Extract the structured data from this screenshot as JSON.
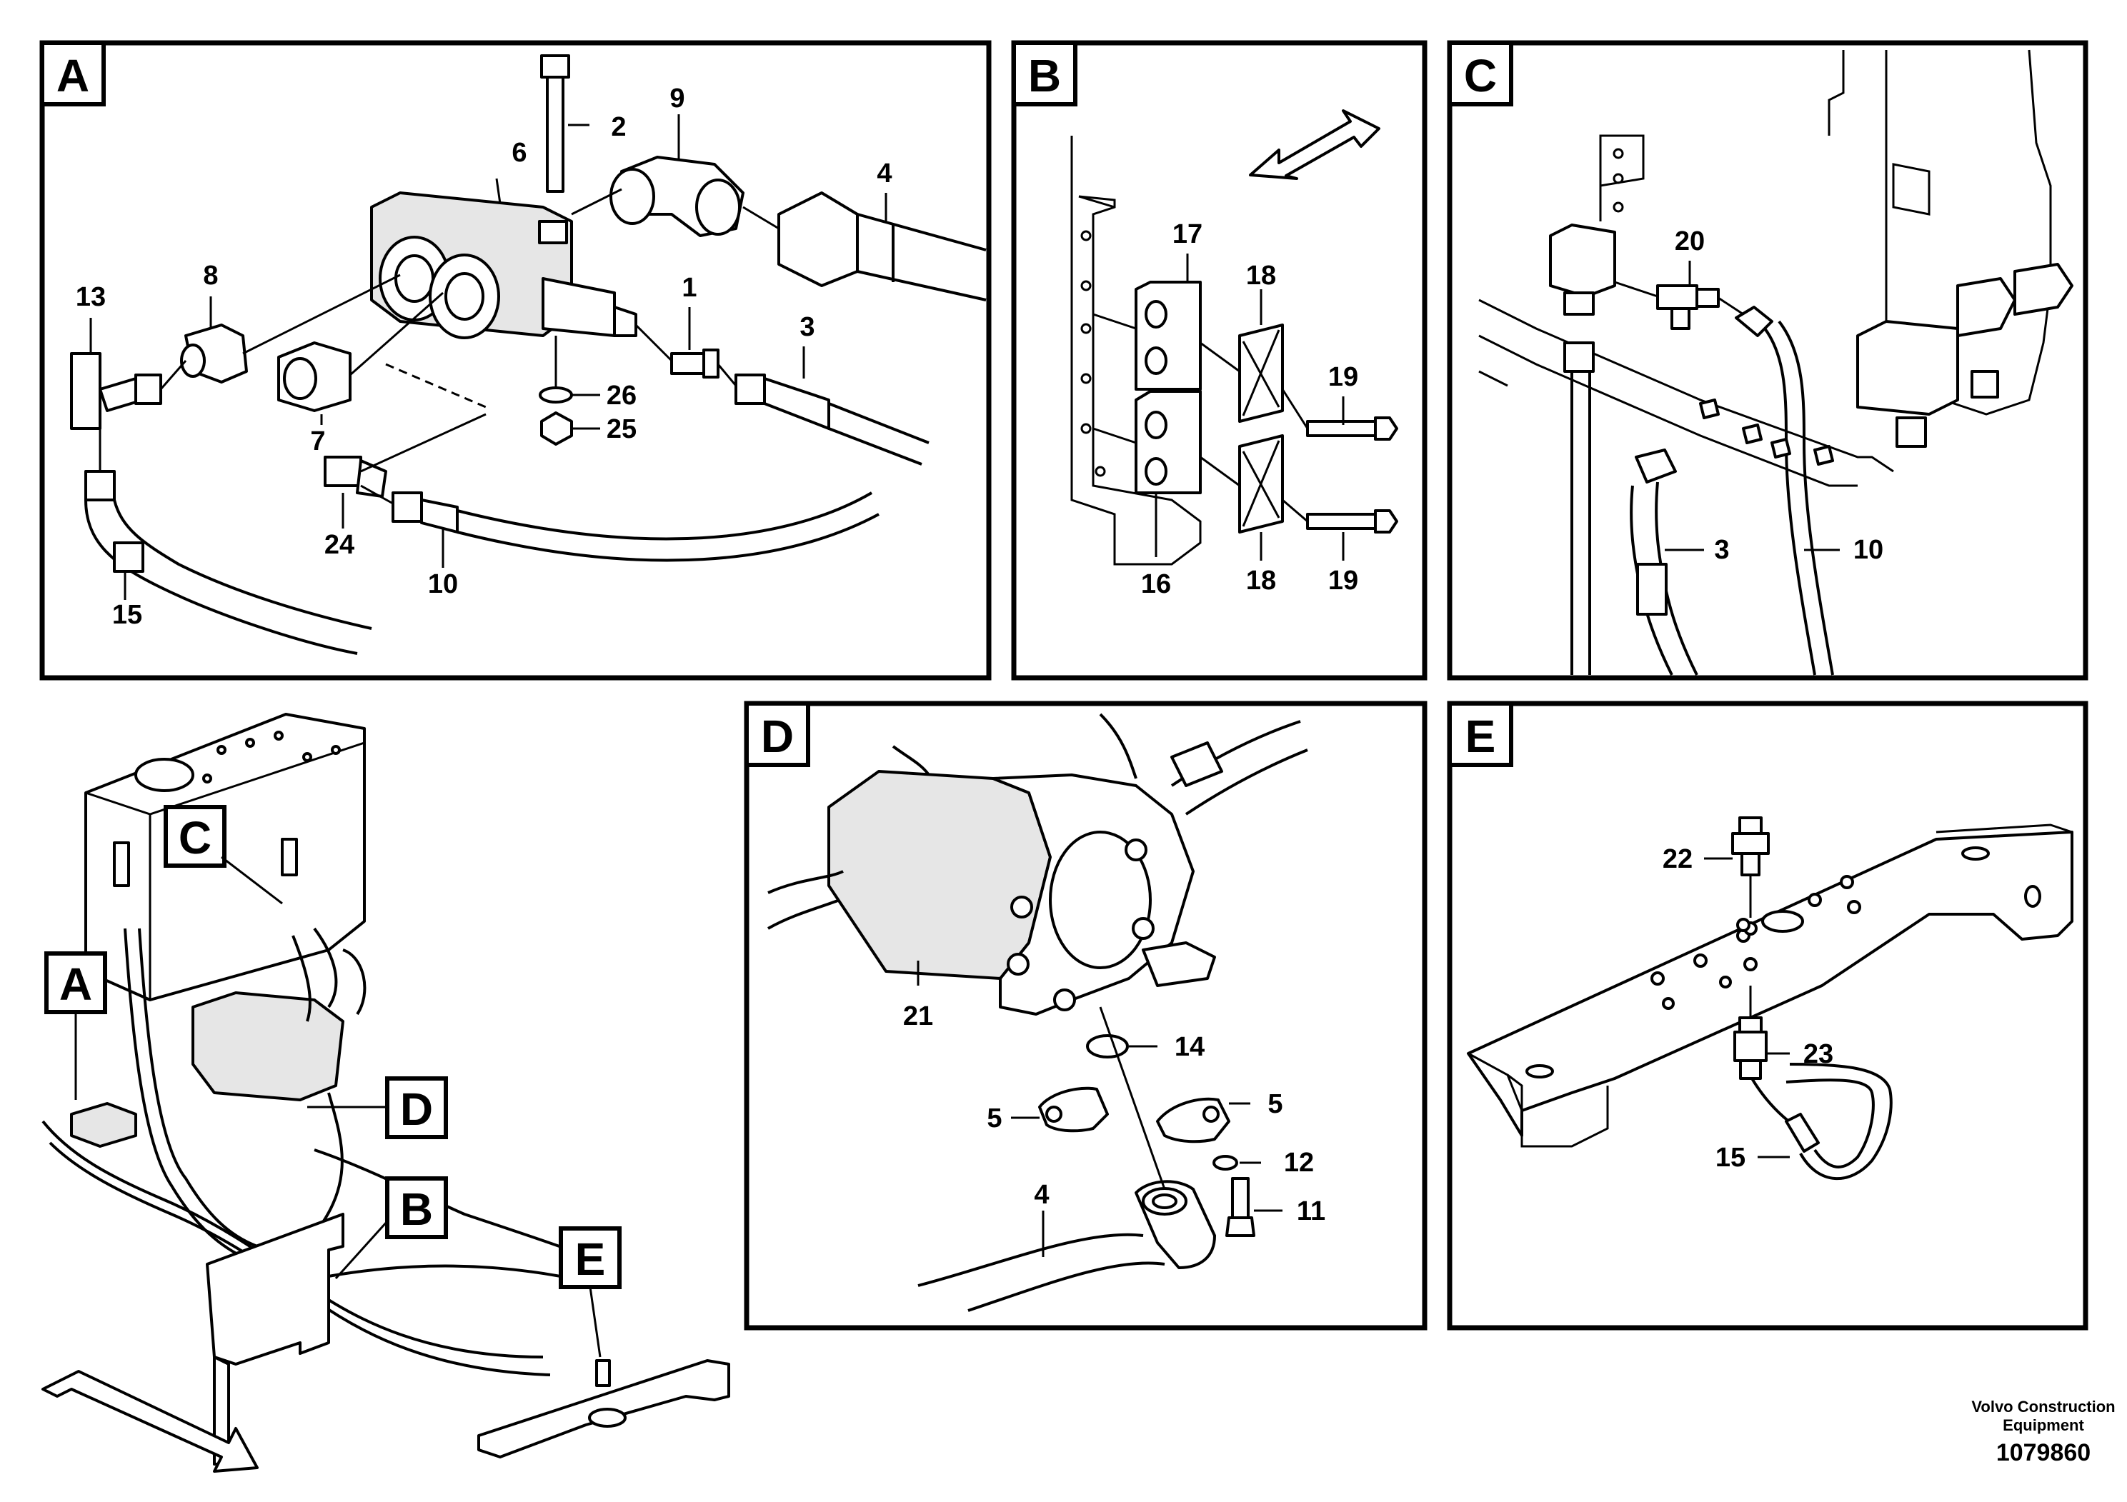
{
  "panels": {
    "a": {
      "label": "A",
      "callouts": [
        "13",
        "8",
        "6",
        "2",
        "9",
        "4",
        "1",
        "3",
        "26",
        "25",
        "7",
        "24",
        "10",
        "15"
      ]
    },
    "b": {
      "label": "B",
      "callouts": [
        "17",
        "18",
        "19",
        "16",
        "18",
        "19"
      ]
    },
    "c": {
      "label": "C",
      "callouts": [
        "20",
        "3",
        "10"
      ]
    },
    "d": {
      "label": "D",
      "callouts": [
        "21",
        "14",
        "5",
        "5",
        "12",
        "11",
        "4"
      ]
    },
    "e": {
      "label": "E",
      "callouts": [
        "22",
        "23",
        "15"
      ]
    }
  },
  "overview": {
    "refs": [
      "C",
      "A",
      "D",
      "B",
      "E"
    ]
  },
  "footer": {
    "company_line1": "Volvo Construction",
    "company_line2": "Equipment",
    "doc_number": "1079860"
  }
}
